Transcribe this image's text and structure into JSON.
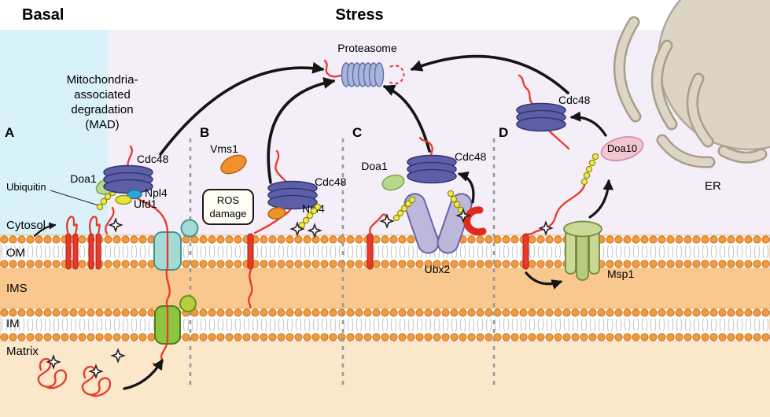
{
  "figure": {
    "headers": {
      "basal": "Basal",
      "stress": "Stress"
    },
    "proteasome_label": "Proteasome",
    "compartments": {
      "cytosol": "Cytosol",
      "om": "OM",
      "ims": "IMS",
      "im": "IM",
      "matrix": "Matrix"
    },
    "er_label": "ER",
    "panel_a": {
      "letter": "A",
      "mad_lines": [
        "Mitochondria-",
        "associated",
        "degradation",
        "(MAD)"
      ],
      "ubiquitin_label": "Ubiquitin",
      "doa1": "Doa1",
      "cdc48": "Cdc48",
      "npl4": "Npl4",
      "ufd1": "Ufd1"
    },
    "panel_b": {
      "letter": "B",
      "vms1": "Vms1",
      "ros_box": [
        "ROS",
        "damage"
      ],
      "cdc48": "Cdc48",
      "npl4": "Npl4"
    },
    "panel_c": {
      "letter": "C",
      "doa1": "Doa1",
      "cdc48": "Cdc48",
      "ubx2": "Ubx2"
    },
    "panel_d": {
      "letter": "D",
      "cdc48": "Cdc48",
      "doa10": "Doa10",
      "msp1": "Msp1"
    },
    "colors": {
      "basal_bg": "#d9f1f8",
      "stress_bg": "#f4eef8",
      "membrane_orange": "#f29a3e",
      "ims_fill": "#f8c88e",
      "matrix_fill": "#fbe7c9",
      "substrate_red": "#e8392b",
      "cdc48_purple": "#5c5fa8",
      "ubiquitin_yellow": "#f3ea49",
      "doa1_green": "#b8d98c",
      "npl4_blue": "#30a3db",
      "ufd1_yellow": "#e9e43c",
      "vms1_orange": "#f0912e",
      "ubx2_lavender": "#bdb7dc",
      "doa10_pink": "#f3c6d2",
      "msp1_green": "#c9d894",
      "om_channel_teal": "#a5dbd6",
      "im_channel_green": "#8cc63f",
      "proteasome_blue": "#a9b6dc",
      "er_tan": "#dcd5c5"
    }
  }
}
